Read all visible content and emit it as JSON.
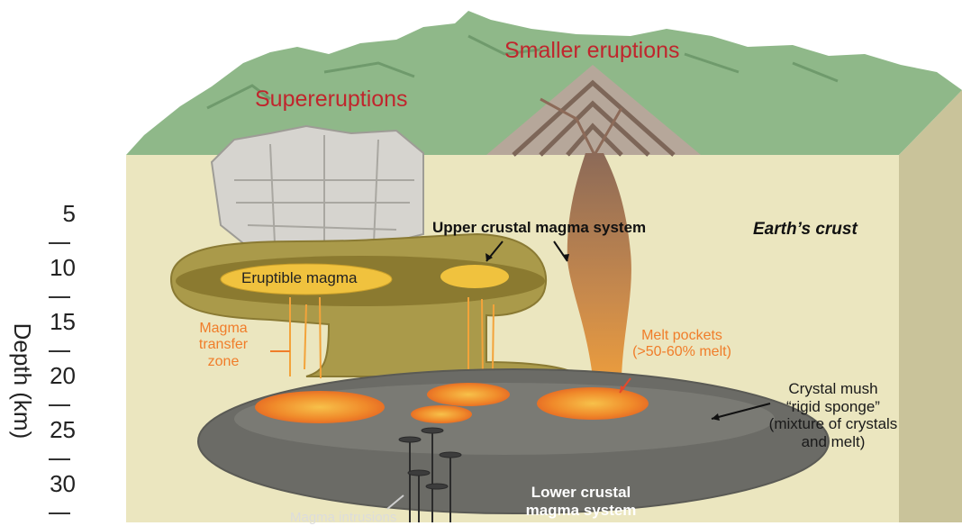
{
  "titles": {
    "supereruptions": "Supereruptions",
    "smaller_eruptions": "Smaller eruptions"
  },
  "depth_axis": {
    "label": "Depth (km)",
    "ticks": [
      "5",
      "10",
      "15",
      "20",
      "25",
      "30"
    ]
  },
  "labels": {
    "upper_system": "Upper crustal magma system",
    "earths_crust": "Earth’s crust",
    "eruptible_magma": "Eruptible magma",
    "transfer_zone": [
      "Magma",
      "transfer",
      "zone"
    ],
    "melt_pockets": [
      "Melt pockets",
      "(>50-60% melt)"
    ],
    "crystal_mush": [
      "Crystal mush",
      "“rigid sponge”",
      "(mixture of crystals",
      "and melt)"
    ],
    "lower_system": [
      "Lower crustal",
      "magma system"
    ],
    "magma_intrusions": "Magma intrusions"
  },
  "colors": {
    "title_red": "#c0262d",
    "annotation_orange": "#f07d2a",
    "crust": "#ebe6bf",
    "mountains": "#8fb889",
    "upper_reservoir": "#aa9a4a",
    "lower_reservoir": "#6b6b66",
    "magma": "#f2a03a"
  }
}
